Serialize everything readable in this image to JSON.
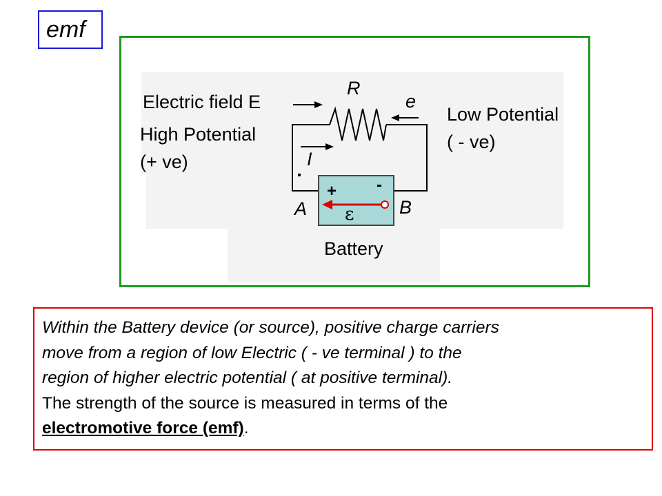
{
  "title": "emf",
  "diagram": {
    "electric_field_label": "Electric field E",
    "resistor_label": "R",
    "electron_label": "e",
    "high_potential_line1": "High Potential",
    "high_potential_line2": "(+ ve)",
    "low_potential_line1": "Low Potential",
    "low_potential_line2": "( - ve)",
    "current_label": "I",
    "plus_sign": "+",
    "minus_sign": "-",
    "emf_symbol": "ε",
    "terminal_a": "A",
    "terminal_b": "B",
    "battery_label": "Battery"
  },
  "description": {
    "line1": "Within the Battery device (or source), positive charge carriers",
    "line2": "move from a region of low Electric ( - ve terminal ) to the",
    "line3": "region of higher electric potential ( at positive terminal).",
    "line4": "The strength of the source is measured in terms of the",
    "line5_term": "electromotive force (emf)",
    "line5_end": "."
  },
  "colors": {
    "title_border": "#1a1ad6",
    "diagram_border": "#1f9a1f",
    "description_border": "#e00000",
    "battery_fill": "#a8d8d8",
    "emf_arrow": "#dd0000"
  }
}
